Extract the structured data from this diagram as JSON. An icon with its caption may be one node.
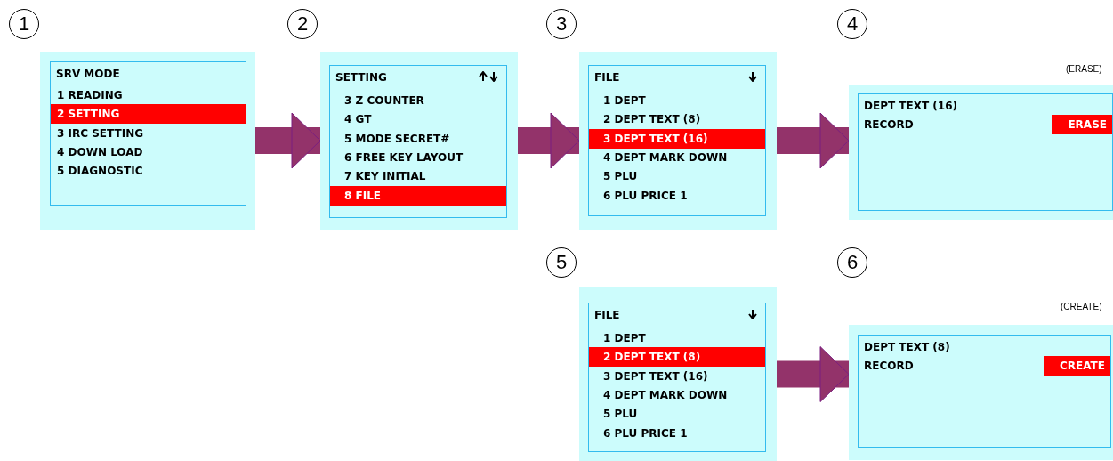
{
  "diagram": {
    "nodes": [
      {
        "text": [
          "SRV MODE",
          "1 READING",
          "2 SETTING",
          "3 IRC SETTING",
          "4 DOWN LOAD",
          "5 DIAGNOSTIC"
        ],
        "beside": [
          "1"
        ]
      },
      {
        "text": [
          "SETTING",
          "3 Z COUNTER",
          "4 GT",
          "5 MODE SECRET#",
          "6 FREE KEY LAYOUT",
          "7 KEY INITIAL",
          "8 FILE"
        ],
        "beside": [
          "2"
        ]
      },
      {
        "text": [
          "FILE",
          "1 DEPT",
          "2 DEPT TEXT (8)",
          "3 DEPT TEXT (16)",
          "4 DEPT MARK DOWN",
          "5 PLU",
          "6 PLU PRICE 1"
        ],
        "beside": [
          "3"
        ]
      },
      {
        "text": [
          "DEPT TEXT (16)",
          "RECORD",
          "ERASE"
        ],
        "beside": [
          "4",
          "(ERASE)"
        ]
      },
      {
        "text": [
          "FILE",
          "1 DEPT",
          "2 DEPT TEXT (8)",
          "3 DEPT TEXT (16)",
          "4 DEPT MARK DOWN",
          "5 PLU",
          "6 PLU PRICE 1"
        ],
        "beside": [
          "5"
        ]
      },
      {
        "text": [
          "DEPT TEXT (8)",
          "RECORD",
          "CREATE"
        ],
        "beside": [
          "6",
          "(CREATE)"
        ]
      }
    ],
    "edges": [
      {
        "from": 0,
        "to": 1,
        "arrow": "to"
      },
      {
        "from": 1,
        "to": 2,
        "arrow": "to"
      },
      {
        "from": 2,
        "to": 3,
        "arrow": "to"
      },
      {
        "from": 4,
        "to": 5,
        "arrow": "to"
      }
    ]
  }
}
